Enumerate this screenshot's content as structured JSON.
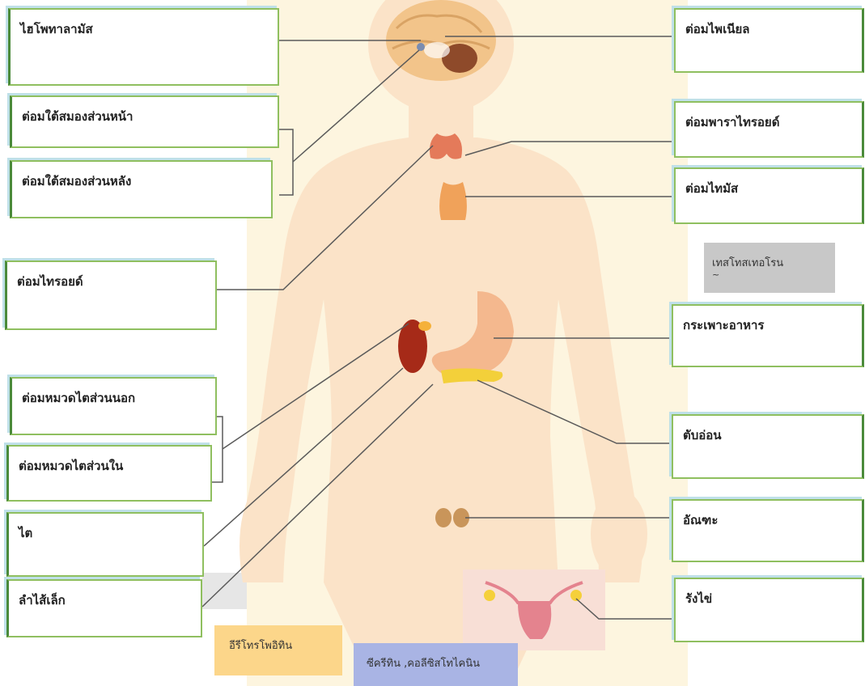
{
  "labels": {
    "hypothalamus": "ไฮโพทาลามัส",
    "anterior_pituitary": "ต่อมใต้สมองส่วนหน้า",
    "posterior_pituitary": "ต่อมใต้สมองส่วนหลัง",
    "thyroid": "ต่อมไทรอยด์",
    "adrenal_cortex": "ต่อมหมวดไตส่วนนอก",
    "adrenal_medulla": "ต่อมหมวดไตส่วนใน",
    "kidney": "ไต",
    "small_intestine": "ลำไส้เล็ก",
    "pineal": "ต่อมไพเนียล",
    "parathyroid": "ต่อมพาราไทรอยด์",
    "thymus": "ต่อมไทมัส",
    "stomach": "กระเพาะอาหาร",
    "pancreas": "ตับอ่อน",
    "testis": "อัณฑะ",
    "ovary": "รังไข่"
  },
  "hormones": {
    "testosterone": "เทสโทสเทอโรน",
    "testosterone_mark": "~",
    "erythropoietin": "อีรีโทรโพอิทิน",
    "secretin_cck": "ซีครีทิน ,คอลีซิสโทไคนิน"
  },
  "colors": {
    "body_skin": "#fbe3c8",
    "background_panel": "#fdf5df",
    "box_border": "#8fbf5f",
    "box_shadow": "#bfe0e8",
    "testosterone_fill": "#c8c8c8",
    "erythropoietin_fill": "#fcd68a",
    "secretin_fill": "#a9b4e4",
    "uterus_panel": "#f8dfd6"
  }
}
